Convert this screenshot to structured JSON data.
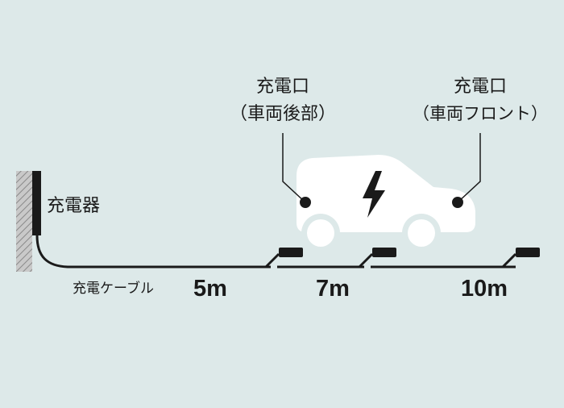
{
  "labels": {
    "charger": "充電器",
    "cable": "充電ケーブル",
    "rear_port_line1": "充電口",
    "rear_port_line2": "（車両後部）",
    "front_port_line1": "充電口",
    "front_port_line2": "（車両フロント）"
  },
  "distances": [
    "5m",
    "7m",
    "10m"
  ],
  "colors": {
    "background": "#dde9e9",
    "ink": "#1a1a1a",
    "car_body": "#ffffff",
    "wall_hatch": "#8a8a8a"
  },
  "icons": {
    "charger_wall": "wall-mounted-charger",
    "car": "ev-car-icon",
    "lightning": "lightning-bolt-icon",
    "plug": "charging-plug-icon"
  }
}
